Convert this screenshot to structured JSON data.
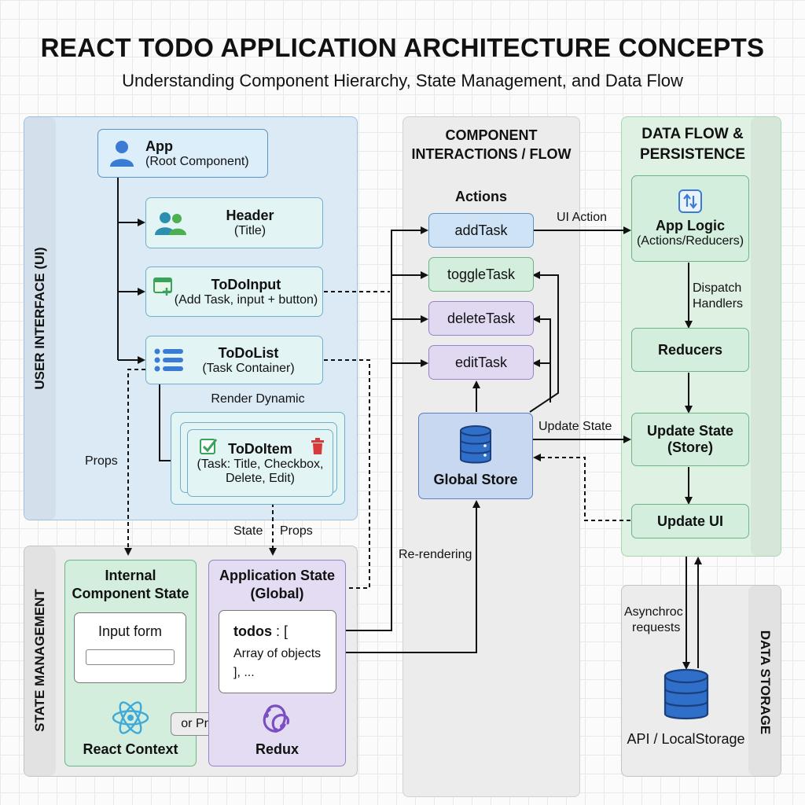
{
  "header": {
    "title": "REACT TODO APPLICATION ARCHITECTURE CONCEPTS",
    "subtitle": "Understanding Component Hierarchy, State Management, and Data Flow"
  },
  "sections": {
    "ui": "USER INTERFACE (UI)",
    "state_management": "STATE MANAGEMENT",
    "flow_line1": "COMPONENT",
    "flow_line2": "INTERACTIONS / FLOW",
    "data_flow_line1": "DATA FLOW &",
    "data_flow_line2": "PERSISTENCE",
    "data_storage": "DATA STORAGE"
  },
  "ui": {
    "app": {
      "name": "App",
      "desc": "(Root Component)",
      "icon": "user-icon"
    },
    "header": {
      "name": "Header",
      "desc": "(Title)",
      "icon": "users-icon"
    },
    "todo_input": {
      "name": "ToDoInput",
      "desc": "(Add Task, input + button)",
      "icon": "add-window-icon"
    },
    "todo_list": {
      "name": "ToDoList",
      "desc": "(Task Container)",
      "icon": "list-icon"
    },
    "render_dynamic": "Render Dynamic",
    "todo_item": {
      "name": "ToDoItem",
      "desc_line1": "(Task: Title, Checkbox,",
      "desc_line2": "Delete, Edit)",
      "icons": [
        "checkbox-icon",
        "trash-icon"
      ]
    }
  },
  "labels": {
    "props_left": "Props",
    "state": "State",
    "props_mid": "Props",
    "re_rendering": "Re-rendering",
    "ui_action": "UI Action",
    "update_state_link": "Update State",
    "dispatch_line1": "Dispatch",
    "dispatch_line2": "Handlers",
    "async_line1": "Asynchroc",
    "async_line2": "requests"
  },
  "state": {
    "internal_line1": "Internal",
    "internal_line2": "Component State",
    "input_form": "Input form",
    "react_context": "React Context",
    "or_props": "or Props",
    "app_state_line1": "Application State",
    "app_state_line2": "(Global)",
    "todos_key": "todos",
    "todos_rest": ": [",
    "array_of_objects": "Array of objects",
    "closing": "], ...",
    "redux": "Redux"
  },
  "flow": {
    "actions_title": "Actions",
    "actions": [
      {
        "label": "addTask",
        "color": "#cfe3f7"
      },
      {
        "label": "toggleTask",
        "color": "#d3eedd"
      },
      {
        "label": "deleteTask",
        "color": "#e1d8f2"
      },
      {
        "label": "editTask",
        "color": "#e1d8f2"
      }
    ],
    "global_store": "Global Store"
  },
  "data_flow": {
    "app_logic": "App Logic",
    "app_logic_desc": "(Actions/Reducers)",
    "reducers": "Reducers",
    "update_state_line1": "Update State",
    "update_state_line2": "(Store)",
    "update_ui": "Update UI"
  },
  "storage": {
    "api": "API / LocalStorage"
  }
}
